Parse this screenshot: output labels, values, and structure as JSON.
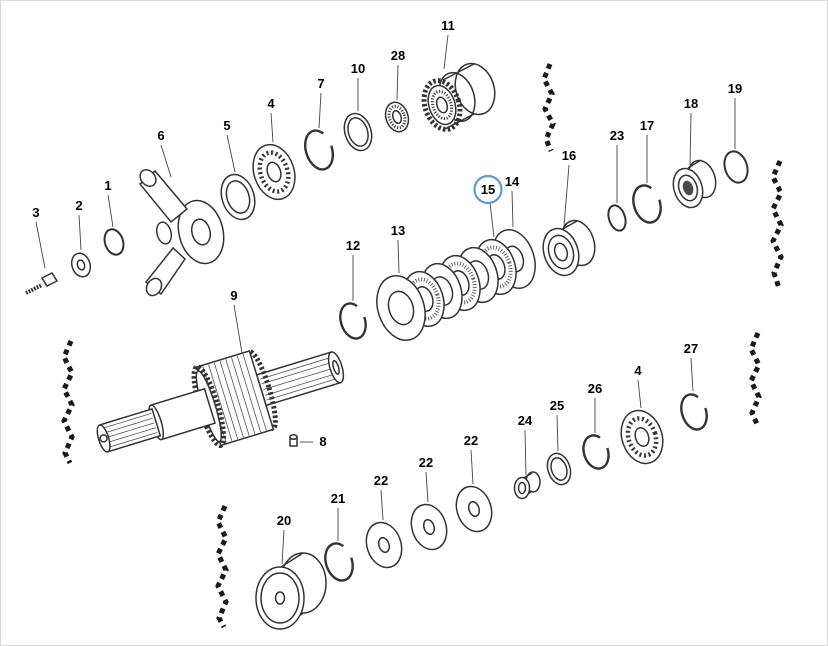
{
  "diagram": {
    "kind": "exploded-parts-diagram",
    "background": "#ffffff",
    "line_color": "#333333"
  },
  "highlight": {
    "part": "15",
    "color": "#5b9bd5"
  },
  "callouts": {
    "p1": "1",
    "p2": "2",
    "p3": "3",
    "p4a": "4",
    "p4b": "4",
    "p5": "5",
    "p6": "6",
    "p7": "7",
    "p8": "8",
    "p9": "9",
    "p10": "10",
    "p11": "11",
    "p12": "12",
    "p13": "13",
    "p14": "14",
    "p15": "15",
    "p16": "16",
    "p17": "17",
    "p18": "18",
    "p19": "19",
    "p20": "20",
    "p21": "21",
    "p22a": "22",
    "p22b": "22",
    "p22c": "22",
    "p23": "23",
    "p24": "24",
    "p25": "25",
    "p26": "26",
    "p27": "27",
    "p28": "28"
  }
}
